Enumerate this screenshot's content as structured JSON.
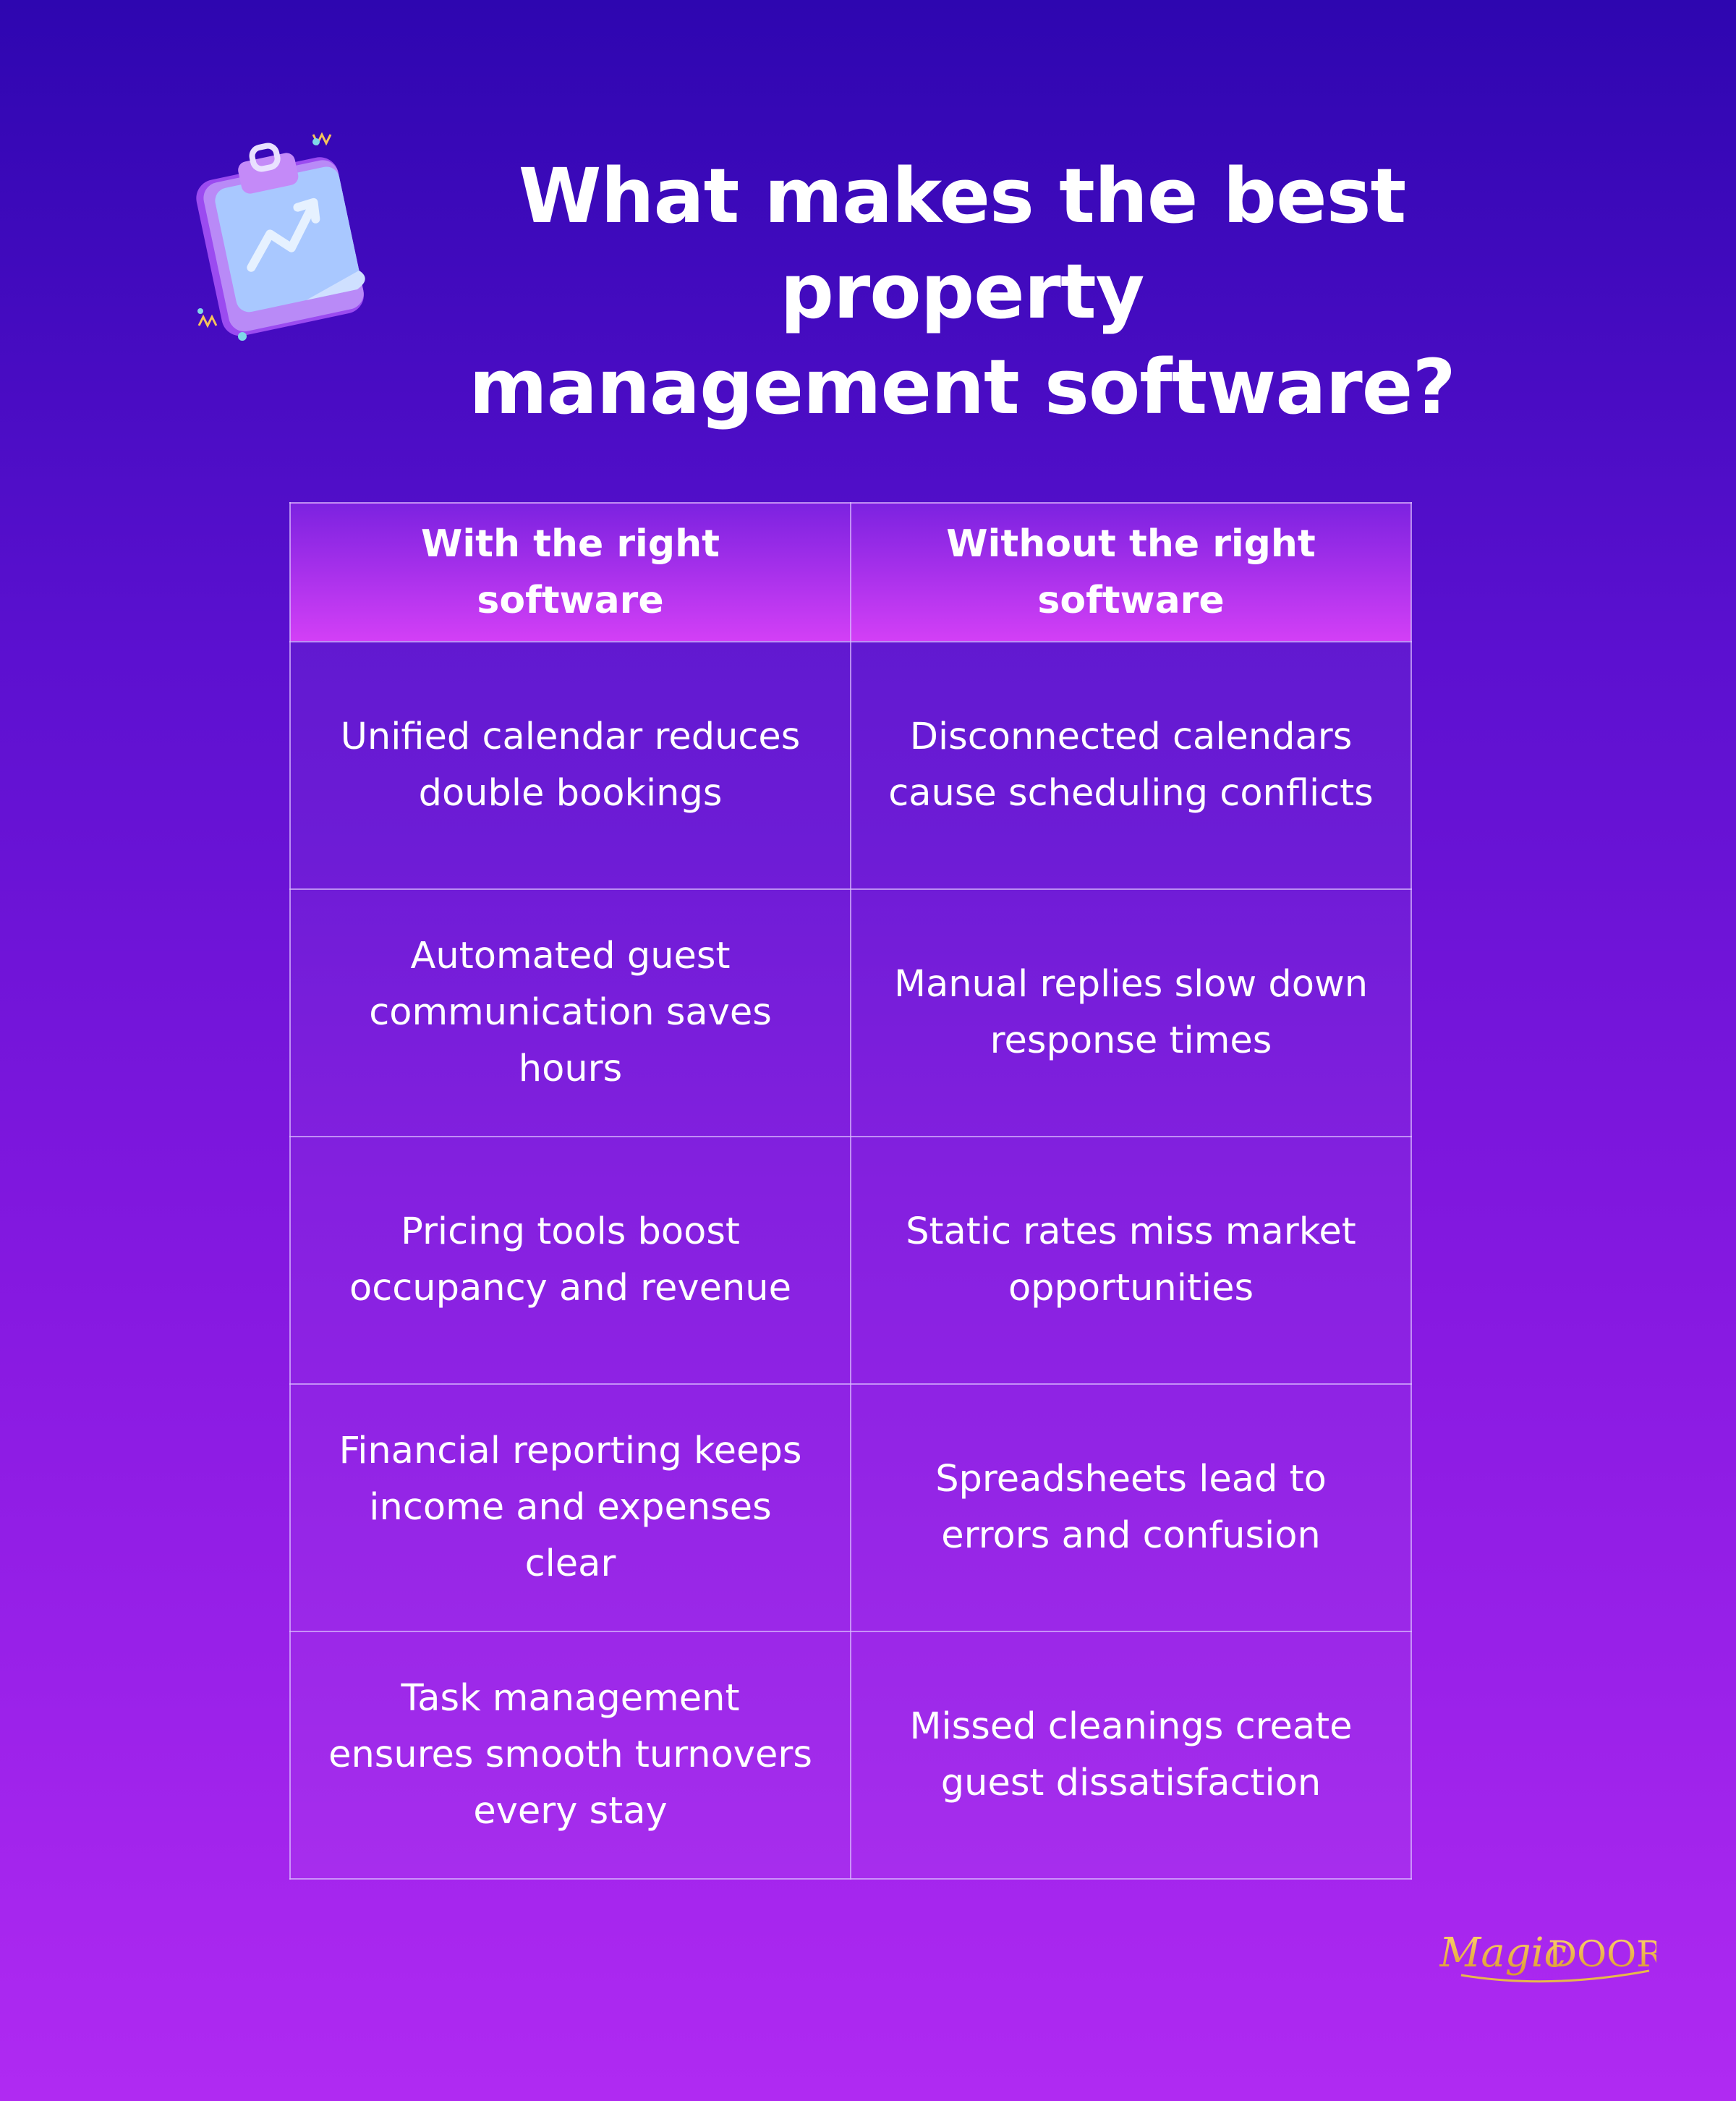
{
  "title": {
    "line1": "What makes the best property",
    "line2": "management software?"
  },
  "icon": "clipboard-chart-icon",
  "table": {
    "headers": [
      "With the right software",
      "Without the right software"
    ],
    "rows": [
      [
        "Unified calendar reduces double bookings",
        "Disconnected calendars cause scheduling conflicts"
      ],
      [
        "Automated guest communication saves hours",
        "Manual replies slow down response times"
      ],
      [
        "Pricing tools boost occupancy and revenue",
        "Static rates miss market opportunities"
      ],
      [
        "Financial reporting keeps income and expenses clear",
        "Spreadsheets lead to errors and confusion"
      ],
      [
        "Task management ensures smooth turnovers every stay",
        "Missed cleanings create guest dissatisfaction"
      ]
    ]
  },
  "logo": {
    "text": "MagicDOOR"
  },
  "colors": {
    "background_top": "#2e06b0",
    "background_bottom": "#b02af2",
    "header_fill": "#d33ff6",
    "logo_gold": "#e8b84a"
  }
}
